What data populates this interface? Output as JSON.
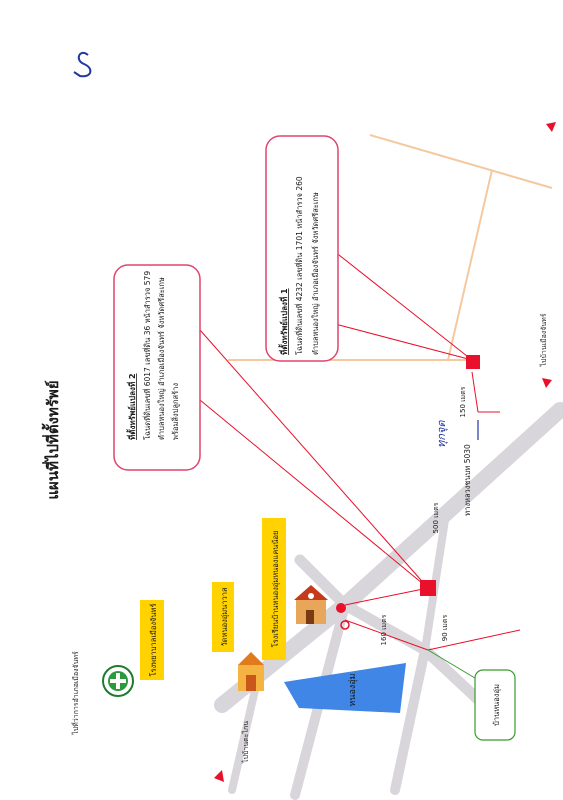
{
  "title": "แผนที่ไปที่ตั้งทรัพย์",
  "signature_mark": "S",
  "handwritten_note": "ทุกจุด",
  "property1": {
    "heading": "ที่ตั้งทรัพย์แปลงที่ 1",
    "line1": "โฉนดที่ดินเลขที่ 4232 เลขที่ดิน 1701 หน้าสำรวจ 260",
    "line2": "ตำบลหนองใหญ่ อำเภอเมืองจันทร์ จังหวัดศรีสะเกษ"
  },
  "property2": {
    "heading": "ที่ตั้งทรัพย์แปลงที่ 2",
    "line1": "โฉนดที่ดินเลขที่ 6017 เลขที่ดิน 36 หน้าสำรวจ 579",
    "line2": "ตำบลหนองใหญ่ อำเภอเมืองจันทร์ จังหวัดศรีสะเกษ",
    "line3": "พร้อมสิ่งปลูกสร้าง"
  },
  "places": {
    "hospital": "โรงพยาบาลเมืองจันทร์",
    "temple": "วัดหนองอุ่มนาวาส",
    "school": "โรงเรียนบ้านหนองอุ่มหนองแคนน้อย",
    "pond": "หนองอุ่ม",
    "village": "บ้านหนองอุ่ม"
  },
  "roads": {
    "to_district": "ไปที่ว่าการอำเภอเมืองจันทร์",
    "to_phai_yai": "ไปบ้านตะไกน",
    "to_mueang_chan": "ไปบ้านเมืองจันทร์",
    "highway": "ทางหลวงชนบท 5030"
  },
  "distances": {
    "d500": "500 เมตร",
    "d160": "160 เมตร",
    "d90": "90 เมตร",
    "d150": "150 เมตร"
  },
  "colors": {
    "road": "#d8d5db",
    "marker": "#e8102a",
    "callout_border": "#e0446e",
    "label_bg": "#ffd200",
    "pond": "#3f86e6",
    "boundary": "#f5c9a0",
    "green_arrow": "#3a9a2e"
  }
}
